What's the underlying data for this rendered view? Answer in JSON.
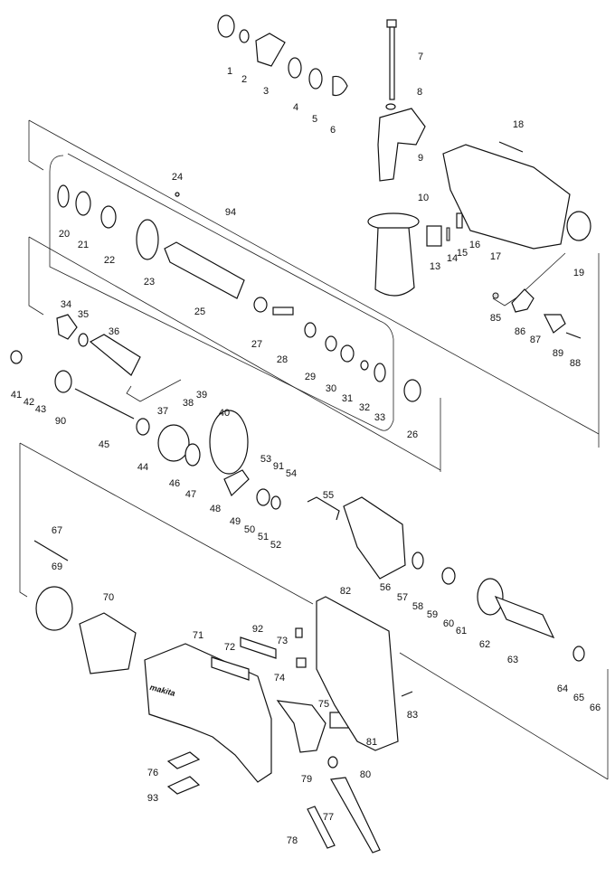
{
  "diagram": {
    "kind": "exploded parts view",
    "brand_logo": "makita",
    "parts": [
      {
        "no": "1"
      },
      {
        "no": "2"
      },
      {
        "no": "3"
      },
      {
        "no": "4"
      },
      {
        "no": "5"
      },
      {
        "no": "6"
      },
      {
        "no": "7"
      },
      {
        "no": "8"
      },
      {
        "no": "9"
      },
      {
        "no": "10"
      },
      {
        "no": "13"
      },
      {
        "no": "14"
      },
      {
        "no": "15"
      },
      {
        "no": "16"
      },
      {
        "no": "17"
      },
      {
        "no": "18"
      },
      {
        "no": "19"
      },
      {
        "no": "20"
      },
      {
        "no": "21"
      },
      {
        "no": "22"
      },
      {
        "no": "23"
      },
      {
        "no": "24"
      },
      {
        "no": "25"
      },
      {
        "no": "26"
      },
      {
        "no": "27"
      },
      {
        "no": "28"
      },
      {
        "no": "29"
      },
      {
        "no": "30"
      },
      {
        "no": "31"
      },
      {
        "no": "32"
      },
      {
        "no": "33"
      },
      {
        "no": "34"
      },
      {
        "no": "35"
      },
      {
        "no": "36"
      },
      {
        "no": "37"
      },
      {
        "no": "38"
      },
      {
        "no": "39"
      },
      {
        "no": "40"
      },
      {
        "no": "41"
      },
      {
        "no": "42"
      },
      {
        "no": "43"
      },
      {
        "no": "44"
      },
      {
        "no": "45"
      },
      {
        "no": "46"
      },
      {
        "no": "47"
      },
      {
        "no": "48"
      },
      {
        "no": "49"
      },
      {
        "no": "50"
      },
      {
        "no": "51"
      },
      {
        "no": "52"
      },
      {
        "no": "53"
      },
      {
        "no": "54"
      },
      {
        "no": "55"
      },
      {
        "no": "56"
      },
      {
        "no": "57"
      },
      {
        "no": "58"
      },
      {
        "no": "59"
      },
      {
        "no": "60"
      },
      {
        "no": "61"
      },
      {
        "no": "62"
      },
      {
        "no": "63"
      },
      {
        "no": "64"
      },
      {
        "no": "65"
      },
      {
        "no": "66"
      },
      {
        "no": "67"
      },
      {
        "no": "69"
      },
      {
        "no": "70"
      },
      {
        "no": "71"
      },
      {
        "no": "72"
      },
      {
        "no": "73"
      },
      {
        "no": "74"
      },
      {
        "no": "75"
      },
      {
        "no": "76"
      },
      {
        "no": "77"
      },
      {
        "no": "78"
      },
      {
        "no": "79"
      },
      {
        "no": "80"
      },
      {
        "no": "81"
      },
      {
        "no": "82"
      },
      {
        "no": "83"
      },
      {
        "no": "85"
      },
      {
        "no": "86"
      },
      {
        "no": "87"
      },
      {
        "no": "88"
      },
      {
        "no": "89"
      },
      {
        "no": "90"
      },
      {
        "no": "91"
      },
      {
        "no": "92"
      },
      {
        "no": "93"
      },
      {
        "no": "94"
      }
    ]
  }
}
